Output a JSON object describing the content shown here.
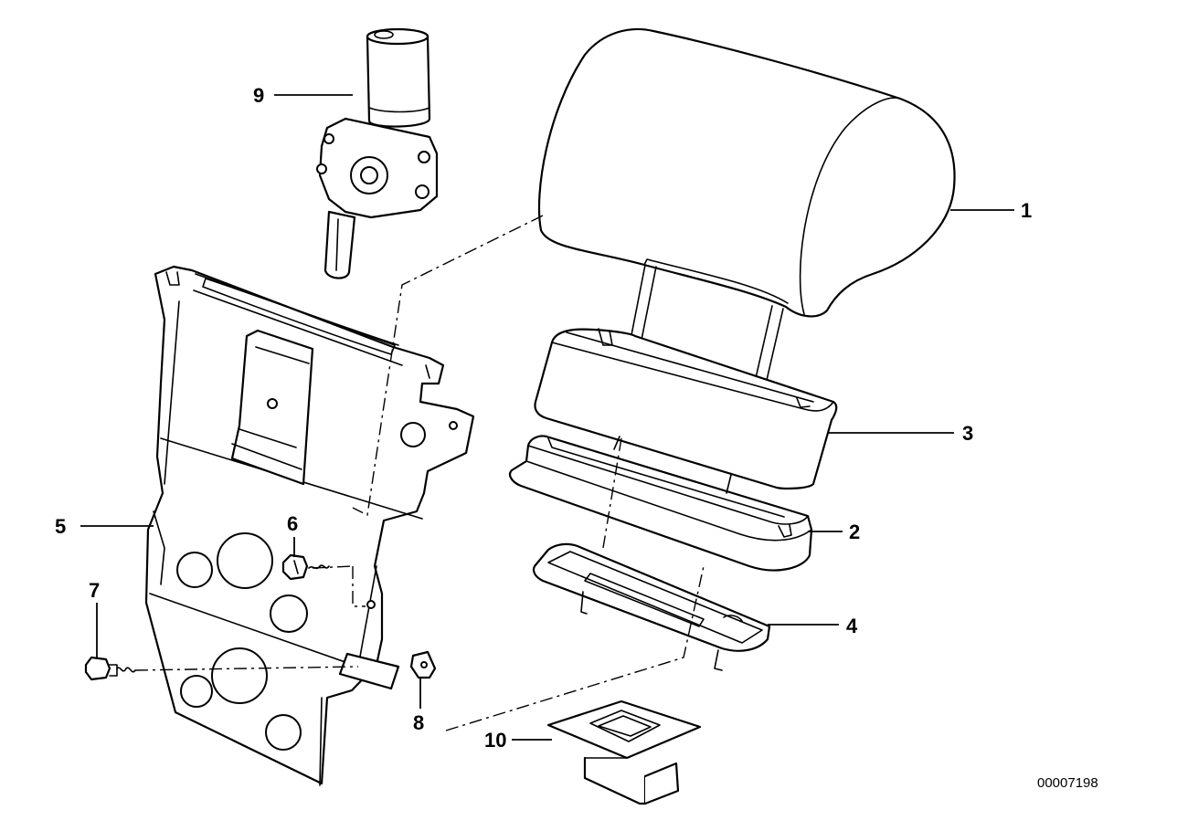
{
  "diagram": {
    "callouts": [
      {
        "id": "1",
        "label": "1"
      },
      {
        "id": "2",
        "label": "2"
      },
      {
        "id": "3",
        "label": "3"
      },
      {
        "id": "4",
        "label": "4"
      },
      {
        "id": "5",
        "label": "5"
      },
      {
        "id": "6",
        "label": "6"
      },
      {
        "id": "7",
        "label": "7"
      },
      {
        "id": "8",
        "label": "8"
      },
      {
        "id": "9",
        "label": "9"
      },
      {
        "id": "10",
        "label": "10"
      }
    ],
    "reference_number": "00007198"
  }
}
